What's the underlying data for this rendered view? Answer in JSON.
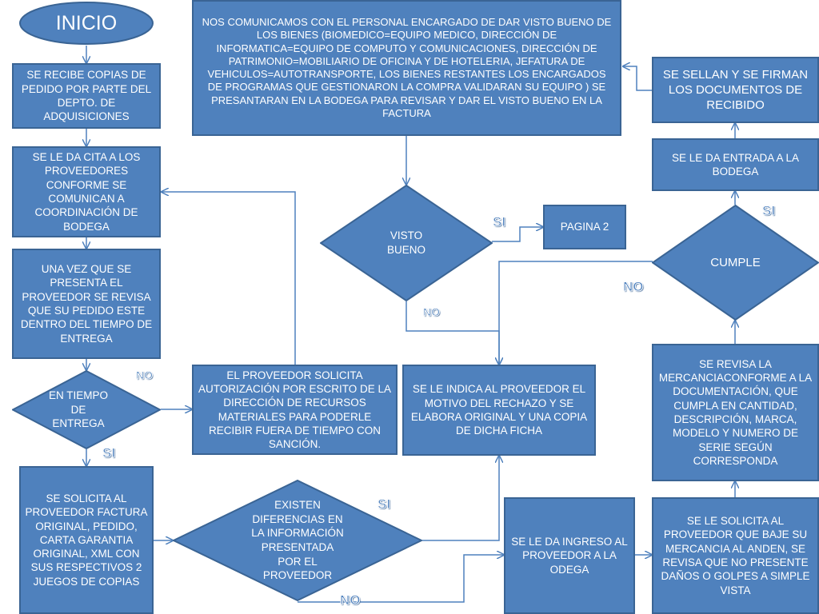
{
  "nodes": {
    "inicio": "INICIO",
    "copias": "SE RECIBE COPIAS DE PEDIDO POR PARTE DEL DEPTO. DE ADQUISICIONES",
    "cita": "SE LE DA CITA A LOS PROVEEDORES CONFORME SE COMUNICAN  A COORDINACIÓN DE BODEGA",
    "revision_tiempo": "UNA VEZ QUE SE PRESENTA EL PROVEEDOR SE REVISA QUE SU PEDIDO ESTE DENTRO DEL TIEMPO DE ENTREGA",
    "en_tiempo": "EN TIEMPO DE ENTREGA",
    "autorizacion": "EL PROVEEDOR SOLICITA AUTORIZACIÓN POR ESCRITO DE LA DIRECCIÓN DE RECURSOS MATERIALES PARA PODERLE RECIBIR FUERA DE TIEMPO CON SANCIÓN.",
    "factura": "SE SOLICITA AL PROVEEDOR FACTURA ORIGINAL, PEDIDO, CARTA GARANTIA ORIGINAL, XML CON SUS RESPECTIVOS 2 JUEGOS DE COPIAS",
    "diferencias": "EXISTEN DIFERENCIAS EN LA INFORMACIÓN PRESENTADA POR EL PROVEEDOR",
    "rechazo": "SE LE INDICA AL PROVEEDOR EL MOTIVO DEL RECHAZO  Y SE ELABORA ORIGINAL Y UNA COPIA DE DICHA FICHA",
    "comunicamos": "NOS COMUNICAMOS CON EL PERSONAL ENCARGADO DE DAR VISTO BUENO DE LOS BIENES (BIOMEDICO=EQUIPO MEDICO, DIRECCIÓN DE INFORMATICA=EQUIPO DE COMPUTO Y COMUNICACIONES, DIRECCIÓN DE PATRIMONIO=MOBILIARIO DE OFICINA Y DE HOTELERIA, JEFATURA DE VEHICULOS=AUTOTRANSPORTE, LOS BIENES RESTANTES LOS ENCARGADOS DE PROGRAMAS QUE GESTIONARON LA COMPRA VALIDARAN  SU EQUIPO ) SE PRESANTARAN EN LA BODEGA PARA REVISAR Y DAR EL VISTO BUENO EN LA FACTURA",
    "visto_bueno": "VISTO BUENO",
    "pagina2": "PAGINA 2",
    "sellan": "SE SELLAN Y SE FIRMAN LOS DOCUMENTOS DE RECIBIDO",
    "entrada": "SE LE DA ENTRADA A LA BODEGA",
    "cumple": "CUMPLE",
    "revisa_mercancia": "SE REVISA LA MERCANCIACONFORME A LA DOCUMENTACIÓN, QUE CUMPLA EN CANTIDAD, DESCRIPCIÓN, MARCA, MODELO Y NUMERO DE SERIE SEGÚN CORRESPONDA",
    "ingreso": "SE LE DA INGRESO AL PROVEEDOR A LA ODEGA",
    "baje_mercancia": "SE LE SOLICITA AL PROVEEDOR QUE BAJE SU MERCANCIA AL ANDEN, SE REVISA QUE NO PRESENTE DAÑOS O GOLPES A SIMPLE VISTA"
  },
  "labels": {
    "si": "SI",
    "no": "NO"
  },
  "colors": {
    "shape_fill": "#4f81bd",
    "shape_border": "#3a6494",
    "connector": "#4f81bd"
  }
}
